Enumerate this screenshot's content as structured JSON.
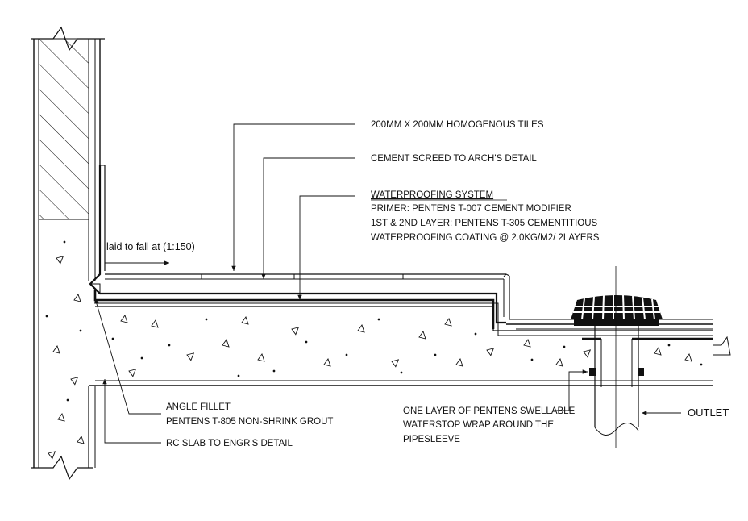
{
  "labels": {
    "tiles": "200MM X 200MM HOMOGENOUS TILES",
    "screed": "CEMENT SCREED TO ARCH'S DETAIL",
    "wp_title": "WATERPROOFING SYSTEM",
    "wp_primer": "PRIMER: PENTENS T-007 CEMENT MODIFIER",
    "wp_layers": "1ST & 2ND LAYER: PENTENS T-305 CEMENTITIOUS",
    "wp_coating": "WATERPROOFING COATING @ 2.0KG/M2/ 2LAYERS",
    "fall": "laid to fall at (1:150)",
    "fillet_title": "ANGLE FILLET",
    "fillet_material": "PENTENS T-805 NON-SHRINK GROUT",
    "slab": "RC SLAB TO ENGR'S DETAIL",
    "waterstop_1": "ONE LAYER OF PENTENS SWELLABLE",
    "waterstop_2": "WATERSTOP WRAP AROUND THE",
    "waterstop_3": "PIPESLEEVE",
    "outlet": "OUTLET"
  },
  "colors": {
    "line": "#111111",
    "background": "#ffffff"
  }
}
